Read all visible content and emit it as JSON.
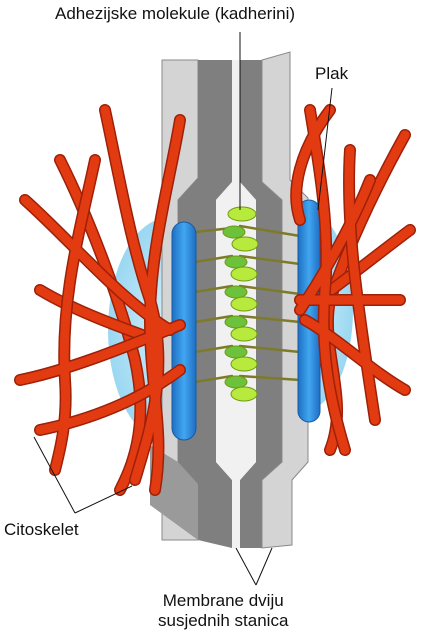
{
  "labels": {
    "adhesion": "Adhezijske molekule (kadherini)",
    "plaque": "Plak",
    "cytoskeleton": "Citoskelet",
    "membranes_line1": "Membrane dviju",
    "membranes_line2": "susjednih stanica"
  },
  "colors": {
    "filament": "#e23b12",
    "filament_dark": "#9e2008",
    "plaque": "#2f8fe3",
    "plaque_glow": "#a9dcf3",
    "membrane_light": "#d4d4d4",
    "membrane_dark": "#7f7f7f",
    "cadherin": "#b7ea3c"
  }
}
